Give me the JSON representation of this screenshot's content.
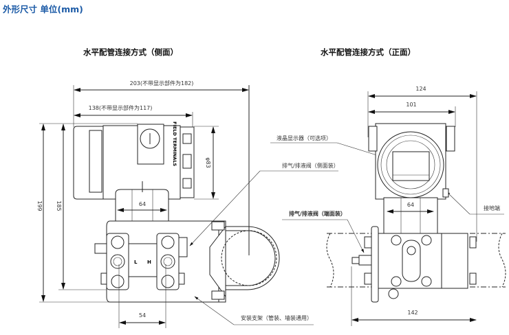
{
  "header": {
    "title": "外形尺寸 单位(mm)",
    "title_color": "#1b5aa6"
  },
  "side_view": {
    "title": "水平配管连接方式（侧面）",
    "dims": {
      "overall_width": "203(不带显示部件为182)",
      "housing_width": "138(不带显示部件为117)",
      "diameter": "φ83",
      "total_height": "199",
      "height": "185",
      "neck_width": "64",
      "flange_spacing": "54"
    },
    "housing_text": "FIELD TERMINALS",
    "port_low": "L",
    "port_high": "H"
  },
  "front_view": {
    "title": "水平配管连接方式（正面）",
    "dims": {
      "overall_width": "124",
      "housing_width": "101",
      "neck_width": "64",
      "base_width": "142"
    }
  },
  "callouts": {
    "lcd": "液晶显示器（可选项）",
    "side_vent": "排气/排液阀（侧面装）",
    "end_vent": "排气/排液阀（端面装）",
    "ground": "接地端",
    "bracket": "安装支架（管装、墙装通用）"
  }
}
